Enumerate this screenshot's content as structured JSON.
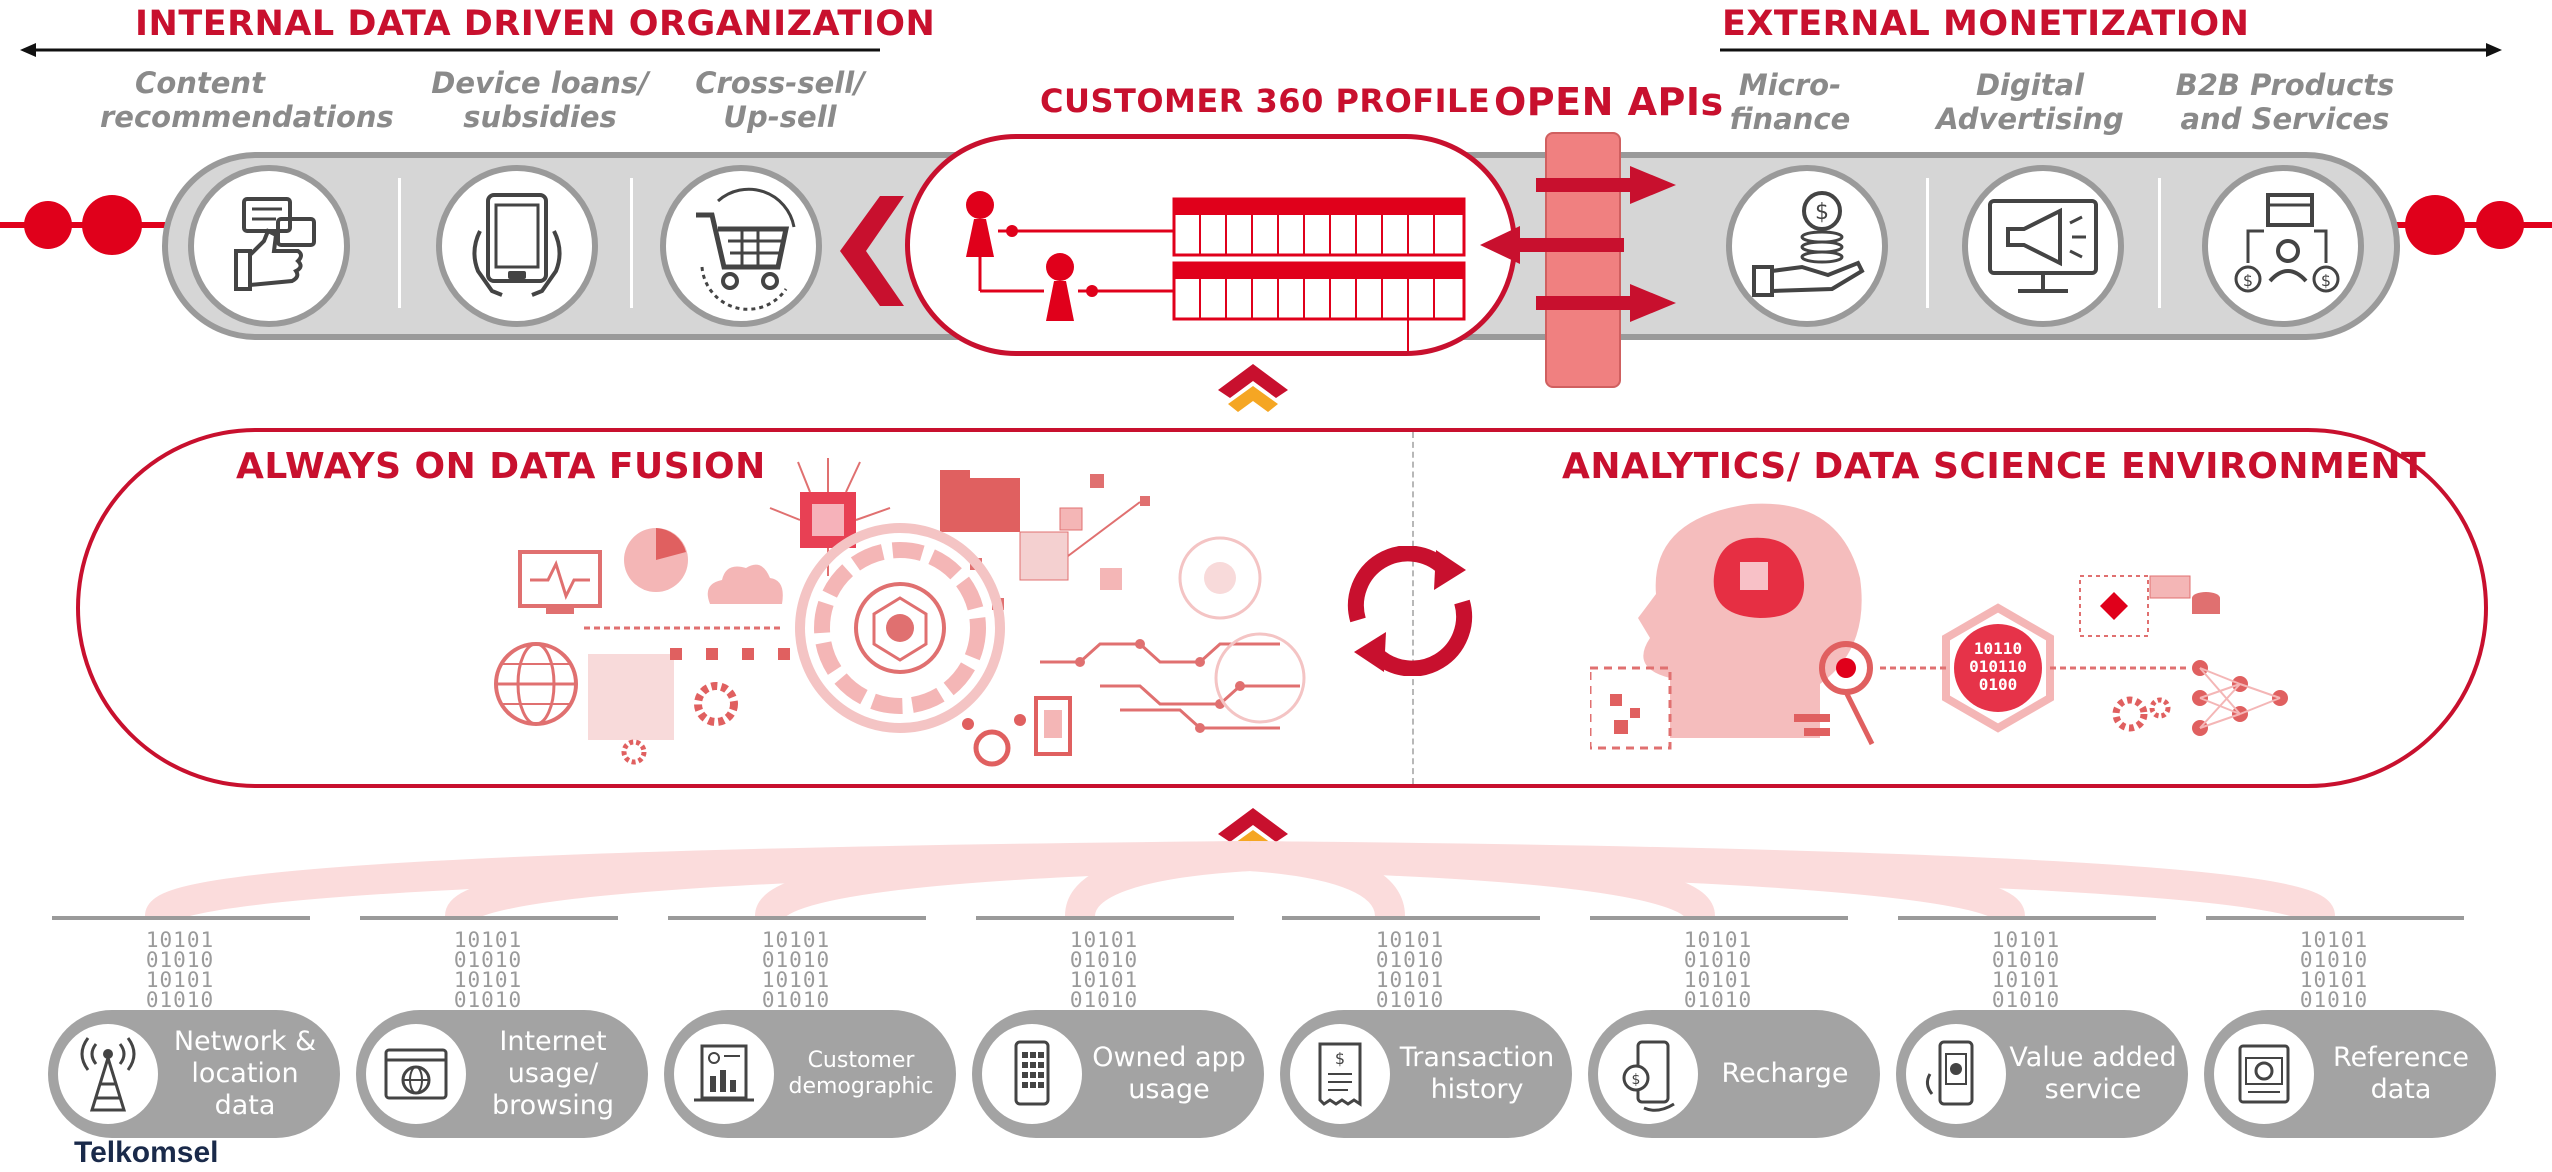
{
  "header": {
    "internal_title": "INTERNAL DATA DRIVEN ORGANIZATION",
    "external_title": "EXTERNAL MONETIZATION",
    "internal_items": [
      {
        "label": "Content recommendations",
        "icon": "thumbs-up-chat-icon"
      },
      {
        "label": "Device loans/ subsidies",
        "icon": "tablet-hands-icon"
      },
      {
        "label": "Cross-sell/ Up-sell",
        "icon": "shopping-cart-icon"
      }
    ],
    "external_items": [
      {
        "label": "Micro- finance",
        "icon": "coin-hand-icon"
      },
      {
        "label": "Digital Advertising",
        "icon": "megaphone-monitor-icon"
      },
      {
        "label": "B2B Products and Services",
        "icon": "storefront-exchange-icon"
      }
    ]
  },
  "profile": {
    "title": "CUSTOMER 360 PROFILE"
  },
  "apis": {
    "title": "OPEN APIs"
  },
  "fusion": {
    "left_title": "ALWAYS ON DATA FUSION",
    "right_title": "ANALYTICS/ DATA SCIENCE ENVIRONMENT",
    "binary_center": [
      "10110",
      "010110",
      "0100"
    ]
  },
  "sources": {
    "binary_lines": [
      "10101",
      "01010",
      "10101",
      "01010"
    ],
    "items": [
      {
        "label": "Network & location data",
        "icon": "cell-tower-icon"
      },
      {
        "label": "Internet usage/ browsing",
        "icon": "browser-globe-icon"
      },
      {
        "label": "Customer demographic",
        "icon": "demographic-report-icon"
      },
      {
        "label": "Owned app usage",
        "icon": "smartphone-apps-icon"
      },
      {
        "label": "Transaction history",
        "icon": "receipt-dollar-icon"
      },
      {
        "label": "Recharge",
        "icon": "phone-recharge-icon"
      },
      {
        "label": "Value added service",
        "icon": "phone-service-icon"
      },
      {
        "label": "Reference data",
        "icon": "reference-card-icon"
      }
    ]
  },
  "brand": {
    "name": "Telkomsel"
  },
  "colors": {
    "accent": "#c8102e",
    "grey": "#a3a3a3",
    "light_red": "#f08080",
    "orange": "#f5a623"
  }
}
